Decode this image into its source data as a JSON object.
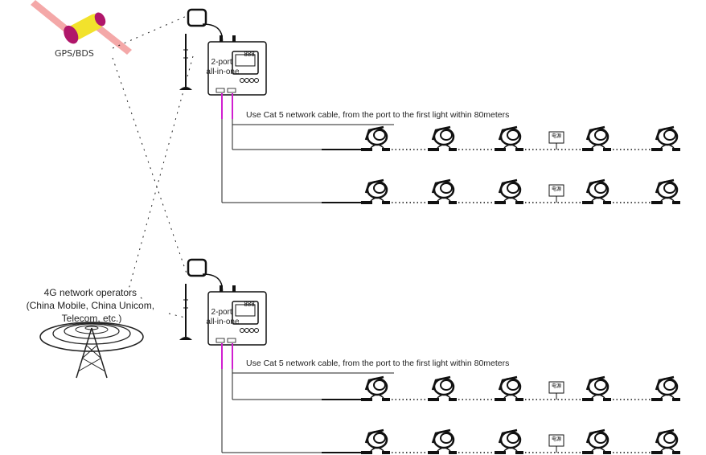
{
  "satellite": {
    "label": "GPS/BDS",
    "colors": {
      "panel": "#f4a8a8",
      "body": "#f2e22c",
      "dish": "#b0166a"
    }
  },
  "tower": {
    "label_lines": [
      "4G network operators",
      "(China Mobile, China Unicom,",
      "Telecom, etc.)"
    ]
  },
  "controllers": [
    {
      "label_lines": [
        "2-port",
        "all-in-one"
      ],
      "screen_text": "888",
      "cable_note": "Use Cat 5 network cable, from the port to the first light within 80meters"
    },
    {
      "label_lines": [
        "2-port",
        "all-in-one"
      ],
      "screen_text": "888",
      "cable_note": "Use Cat 5 network cable, from the port to the first light within 80meters"
    }
  ],
  "power_label": "电源",
  "colors": {
    "line": "#222222",
    "port_cable": "#d01fd0"
  }
}
